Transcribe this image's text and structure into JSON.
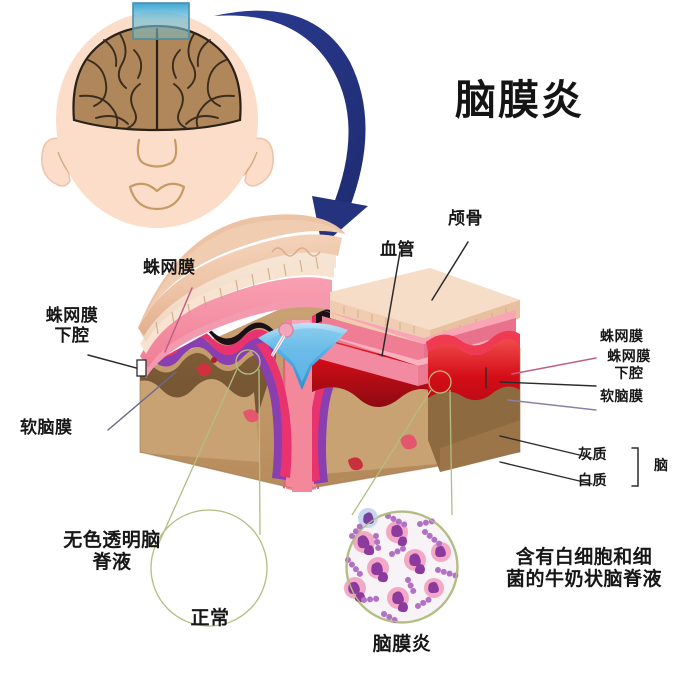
{
  "title": "脑膜炎",
  "labels": {
    "arachnoid_top": "蛛网膜",
    "subarachnoid_left": "蛛网膜\n下腔",
    "pia_left": "软脑膜",
    "skull": "颅骨",
    "blood_vessel": "血管",
    "arachnoid_right": "蛛网膜",
    "subarachnoid_right": "蛛网膜\n下腔",
    "pia_right": "软脑膜",
    "gray_matter": "灰质",
    "white_matter": "白质",
    "brain_bracket": "脑",
    "normal_csf": "无色透明脑\n脊液",
    "normal_caption": "正常",
    "meningitis_caption": "脑膜炎",
    "infected_csf": "含有白细胞和细\n菌的牛奶状脑脊液"
  },
  "colors": {
    "arrow": "#2a3a8f",
    "selection_box": "#3f9ec4",
    "skin": "#fbddc9",
    "brain_tissue": "#ad8557",
    "skull_bone": "#f3cdb2",
    "dura": "#f4889b",
    "arachnoid_layer": "#e8336e",
    "pia_layer": "#8a3fb0",
    "inflammation": "#d8101a",
    "gray_matter_color": "#7a5a34",
    "white_matter_color": "#c09a6b",
    "sinus_blood": "#3aa6e0",
    "callout_line": "#aab878",
    "cell_pink": "#f0a7c4",
    "cell_nucleus": "#8f3d9e",
    "bacteria": "#b06ec2"
  },
  "figure": {
    "head_view": "infant-head-frontal-with-brain",
    "selection_region": "cortex-sample-box",
    "block_view": "meninges-cross-section-block",
    "left_half": "normal",
    "right_half": "inflamed",
    "magnifier_left": "clear-csf-circle",
    "magnifier_right": "infected-csf-circle"
  }
}
